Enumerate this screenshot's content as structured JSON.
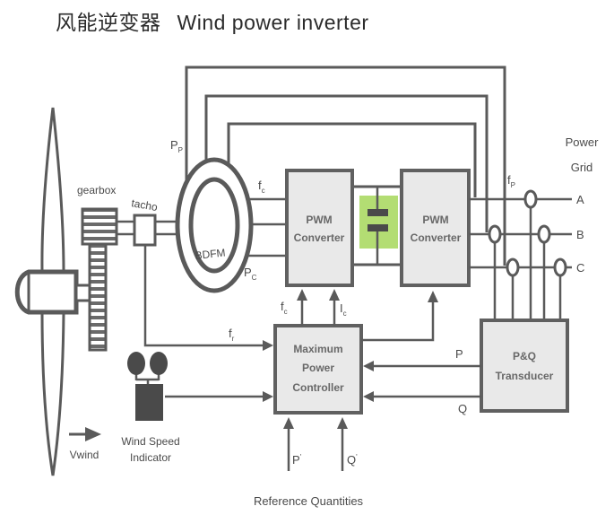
{
  "title": {
    "zh": "风能逆变器",
    "en": "Wind power inverter"
  },
  "colors": {
    "wire": "#5a5a5a",
    "box_fill": "#e9e9e9",
    "box_border": "#606060",
    "capacitor_green": "#b3dd73",
    "icon_dark": "#4a4a4a",
    "label_text": "#4a4a4a"
  },
  "blocks": {
    "bdfm": {
      "label": "BDFM"
    },
    "pwm1": {
      "line1": "PWM",
      "line2": "Converter"
    },
    "pwm2": {
      "line1": "PWM",
      "line2": "Converter"
    },
    "mpc": {
      "line1": "Maximum",
      "line2": "Power",
      "line3": "Controller"
    },
    "pq": {
      "line1": "P&Q",
      "line2": "Transducer"
    }
  },
  "labels": {
    "gearbox": "gearbox",
    "tacho": "tacho",
    "pp": {
      "main": "P",
      "sub": "P"
    },
    "pc": {
      "main": "P",
      "sub": "C"
    },
    "fc_stator": {
      "main": "f",
      "sub": "c"
    },
    "fc_ref": {
      "main": "f",
      "sub": "c"
    },
    "ic_ref": {
      "main": "I",
      "sub": "c"
    },
    "fr": {
      "main": "f",
      "sub": "r"
    },
    "fp": {
      "main": "f",
      "sub": "P"
    },
    "power_grid": {
      "line1": "Power",
      "line2": "Grid"
    },
    "phases": {
      "a": "A",
      "b": "B",
      "c": "C"
    },
    "p_out": "P",
    "q_out": "Q",
    "p_ref": {
      "main": "P",
      "sup": "'"
    },
    "q_ref": {
      "main": "Q",
      "sup": "'"
    },
    "vwind": "Vwind",
    "wind_speed_line1": "Wind Speed",
    "wind_speed_line2": "Indicator",
    "reference": "Reference Quantities"
  }
}
